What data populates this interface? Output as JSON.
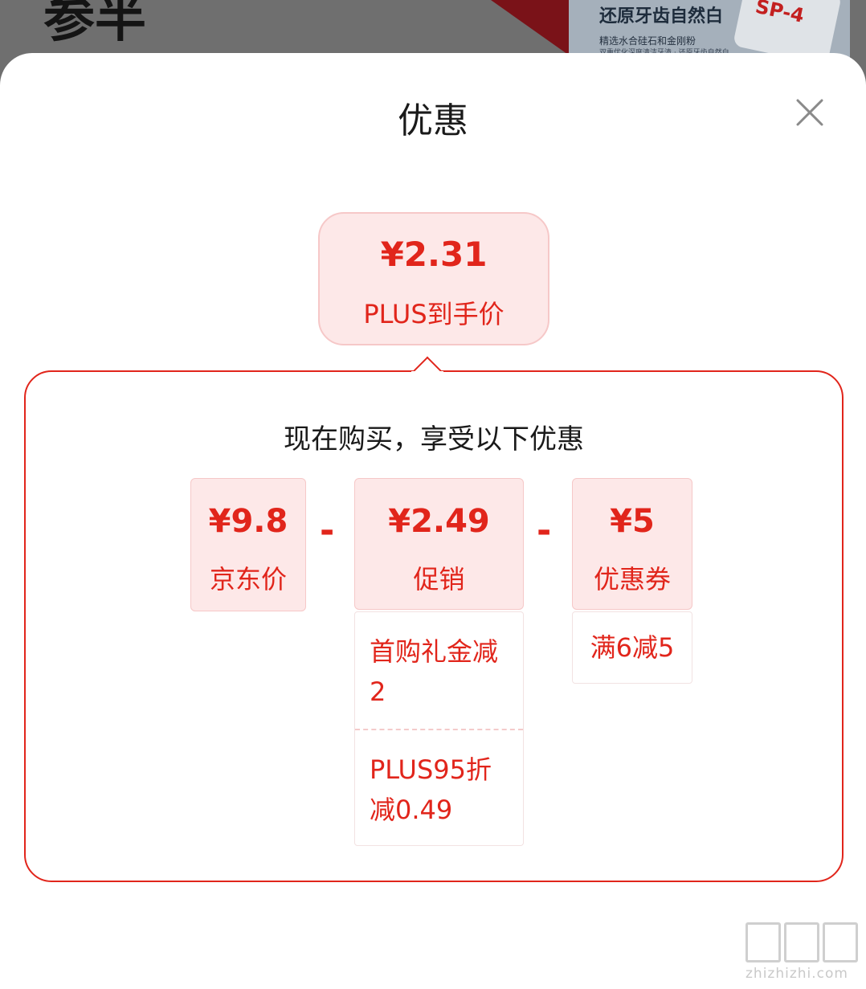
{
  "background": {
    "partial_text": "参半",
    "ad_title": "还原牙齿自然白",
    "ad_sub": "精选水合硅石和金刚粉",
    "ad_sub2": "双重优化深度清洁牙渍 · 还原牙齿自然白",
    "tube_label": "SP-4"
  },
  "sheet": {
    "title": "优惠",
    "close_icon": "close-icon"
  },
  "final_price": {
    "amount": "¥2.31",
    "label": "PLUS到手价"
  },
  "breakdown": {
    "heading": "现在购买，享受以下优惠",
    "minus": "-",
    "items": [
      {
        "amount": "¥9.8",
        "label": "京东价"
      },
      {
        "amount": "¥2.49",
        "label": "促销",
        "details": [
          "首购礼金减2",
          "PLUS95折减0.49"
        ]
      },
      {
        "amount": "¥5",
        "label": "优惠券",
        "details": [
          "满6减5"
        ]
      }
    ]
  },
  "colors": {
    "accent": "#e1251b",
    "box_bg": "#fde8e8",
    "box_border": "#f6c8c8"
  },
  "watermark": {
    "text": "zhizhizhi.com"
  }
}
